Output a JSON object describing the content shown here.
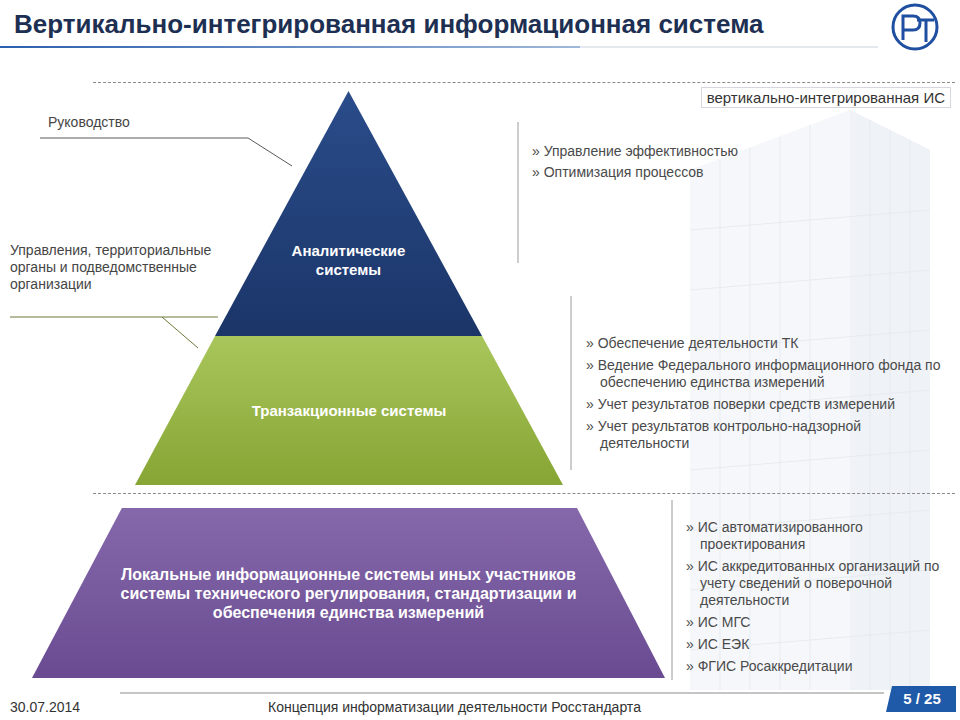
{
  "diagram": {
    "title": "Вертикально-интегрированная информационная система",
    "nodes": [
      {
        "text": [
          "вертикально-интегрированная ИС"
        ]
      },
      {
        "text": [
          "Аналитические системы"
        ],
        "in": 0
      },
      {
        "text": [
          "Транзакционные системы"
        ],
        "in": 0
      },
      {
        "text": [
          "Локальные информационные системы иных участников системы технического регулирования, стандартизации и обеспечения единства измерений"
        ]
      }
    ],
    "labels": [
      "Руководство",
      "Управления, территориальные органы и подведомственные организации",
      "» Управление эффективностью",
      "» Оптимизация процессов",
      "» Обеспечение деятельности ТК",
      "» Ведение Федерального информационного фонда по обеспечению единства измерений",
      "» Учет результатов поверки средств измерений",
      "» Учет результатов контрольно-надзорной деятельности",
      "» ИС автоматизированного проектирования",
      "» ИС аккредитованных организаций по учету сведений о поверочной деятельности",
      "» ИС МГС",
      "» ИС ЕЭК",
      "» ФГИС Росаккредитации",
      "30.07.2014",
      "Концепция информатизации деятельности Росстандарта",
      "5 / 25"
    ]
  }
}
